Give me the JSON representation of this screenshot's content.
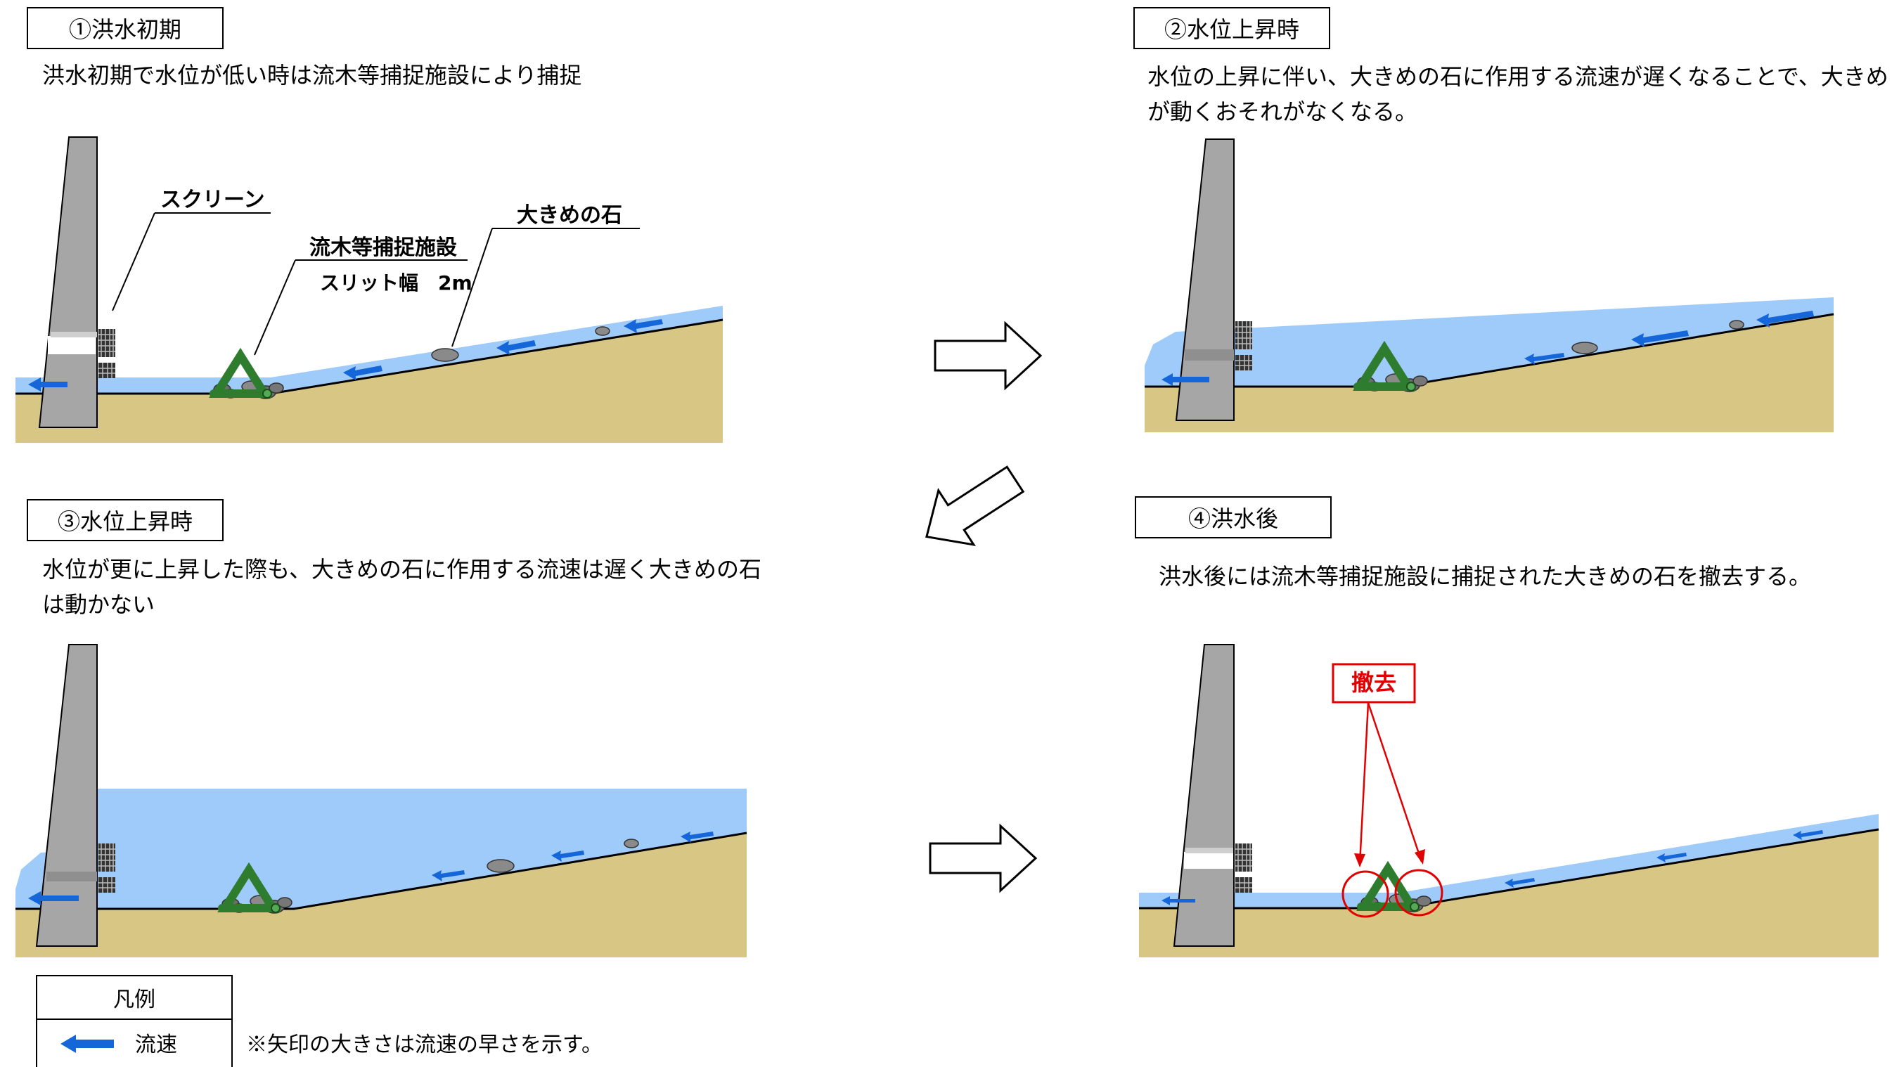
{
  "panels": [
    {
      "id": "p1",
      "title": "①洪水初期",
      "description": [
        "洪水初期で水位が低い時は流木等捕捉施設により捕捉"
      ]
    },
    {
      "id": "p2",
      "title": "②水位上昇時",
      "description": [
        "水位の上昇に伴い、大きめの石に作用する流速が遅くなることで、大きめ",
        "が動くおそれがなくなる。"
      ]
    },
    {
      "id": "p3",
      "title": "③水位上昇時",
      "description": [
        "水位が更に上昇した際も、大きめの石に作用する流速は遅く大きめの石",
        "は動かない"
      ]
    },
    {
      "id": "p4",
      "title": "④洪水後",
      "description": [
        "洪水後には流木等捕捉施設に捕捉された大きめの石を撤去する。"
      ]
    }
  ],
  "labels": {
    "screen": "スクリーン",
    "facility": "流木等捕捉施設",
    "slit": "スリット幅　2m",
    "large_stone": "大きめの石",
    "removal": "撤去"
  },
  "legend": {
    "header": "凡例",
    "flow_label": "流速",
    "note": "※矢印の大きさは流速の早さを示す。"
  },
  "colors": {
    "water": "#9ecbfa",
    "ground": "#d7c684",
    "dam": "#a6a6a6",
    "flow_arrow": "#1566d8",
    "facility": "#2e7d2e",
    "removal": "#e00000"
  }
}
